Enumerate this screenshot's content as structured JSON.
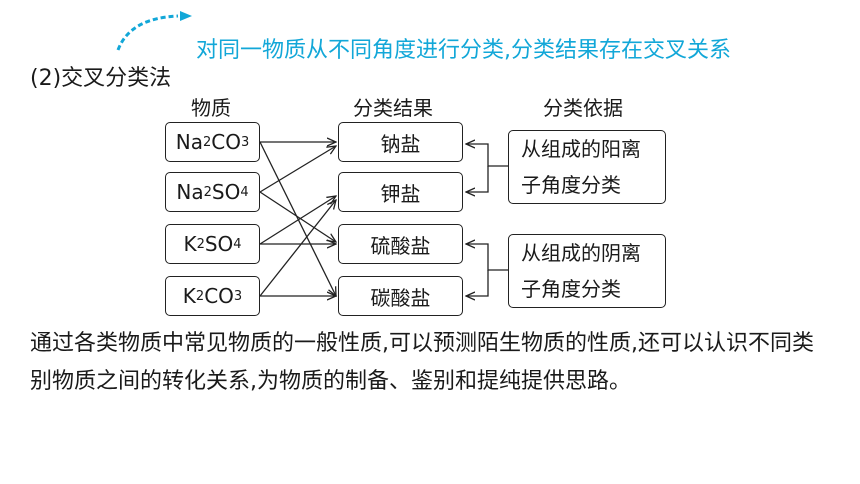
{
  "heading": "(2)交叉分类法",
  "note": "对同一物质从不同角度进行分类,分类结果存在交叉关系",
  "diagram": {
    "headers": {
      "substance": "物质",
      "result": "分类结果",
      "basis": "分类依据"
    },
    "substances": [
      {
        "main": "Na",
        "sub1": "2",
        "mid": "CO",
        "sub2": "3"
      },
      {
        "main": "Na",
        "sub1": "2",
        "mid": "SO",
        "sub2": "4"
      },
      {
        "main": "K",
        "sub1": "2",
        "mid": "SO",
        "sub2": "4"
      },
      {
        "main": "K",
        "sub1": "2",
        "mid": "CO",
        "sub2": "3"
      }
    ],
    "results": [
      "钠盐",
      "钾盐",
      "硫酸盐",
      "碳酸盐"
    ],
    "bases": [
      {
        "line1": "从组成的阳离",
        "line2": "子角度分类"
      },
      {
        "line1": "从组成的阴离",
        "line2": "子角度分类"
      }
    ]
  },
  "paragraph": "通过各类物质中常见物质的一般性质,可以预测陌生物质的性质,还可以认识不同类别物质之间的转化关系,为物质的制备、鉴别和提纯提供思路。",
  "colors": {
    "accent": "#12a7d8",
    "text": "#1a1a1a"
  }
}
